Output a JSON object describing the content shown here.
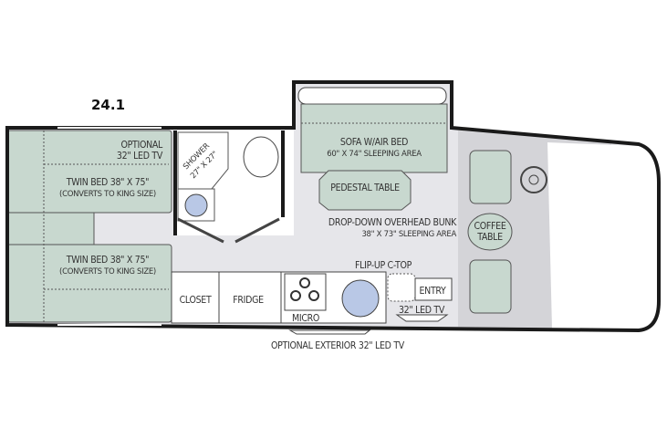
{
  "model": "24.1",
  "colors": {
    "bed_fill": "#c8d8cf",
    "floor_fill": "#e6e6ea",
    "cab_fill": "#d4d4d8",
    "wall": "#1a1a1a",
    "sink_fill": "#b9c8e6"
  },
  "labels": {
    "optional_tv_line1": "OPTIONAL",
    "optional_tv_line2": "32\" LED TV",
    "twin_bed_top_line1": "TWIN BED 38\" X 75\"",
    "twin_bed_top_line2": "(CONVERTS TO KING SIZE)",
    "twin_bed_bottom_line1": "TWIN BED 38\" X 75\"",
    "twin_bed_bottom_line2": "(CONVERTS TO KING SIZE)",
    "shower_line1": "SHOWER",
    "shower_line2": "27\" X 27\"",
    "sofa_line1": "SOFA W/AIR BED",
    "sofa_line2": "60\" X 74\" SLEEPING AREA",
    "pedestal_table": "PEDESTAL TABLE",
    "bunk_line1": "DROP-DOWN OVERHEAD BUNK",
    "bunk_line2": "38\" X 73\" SLEEPING AREA",
    "coffee_table_line1": "COFFEE",
    "coffee_table_line2": "TABLE",
    "flip_up": "FLIP-UP C-TOP",
    "closet": "CLOSET",
    "fridge": "FRIDGE",
    "micro": "MICRO",
    "entry": "ENTRY",
    "entry_tv": "32\" LED TV",
    "exterior_tv": "OPTIONAL EXTERIOR 32\" LED TV"
  }
}
